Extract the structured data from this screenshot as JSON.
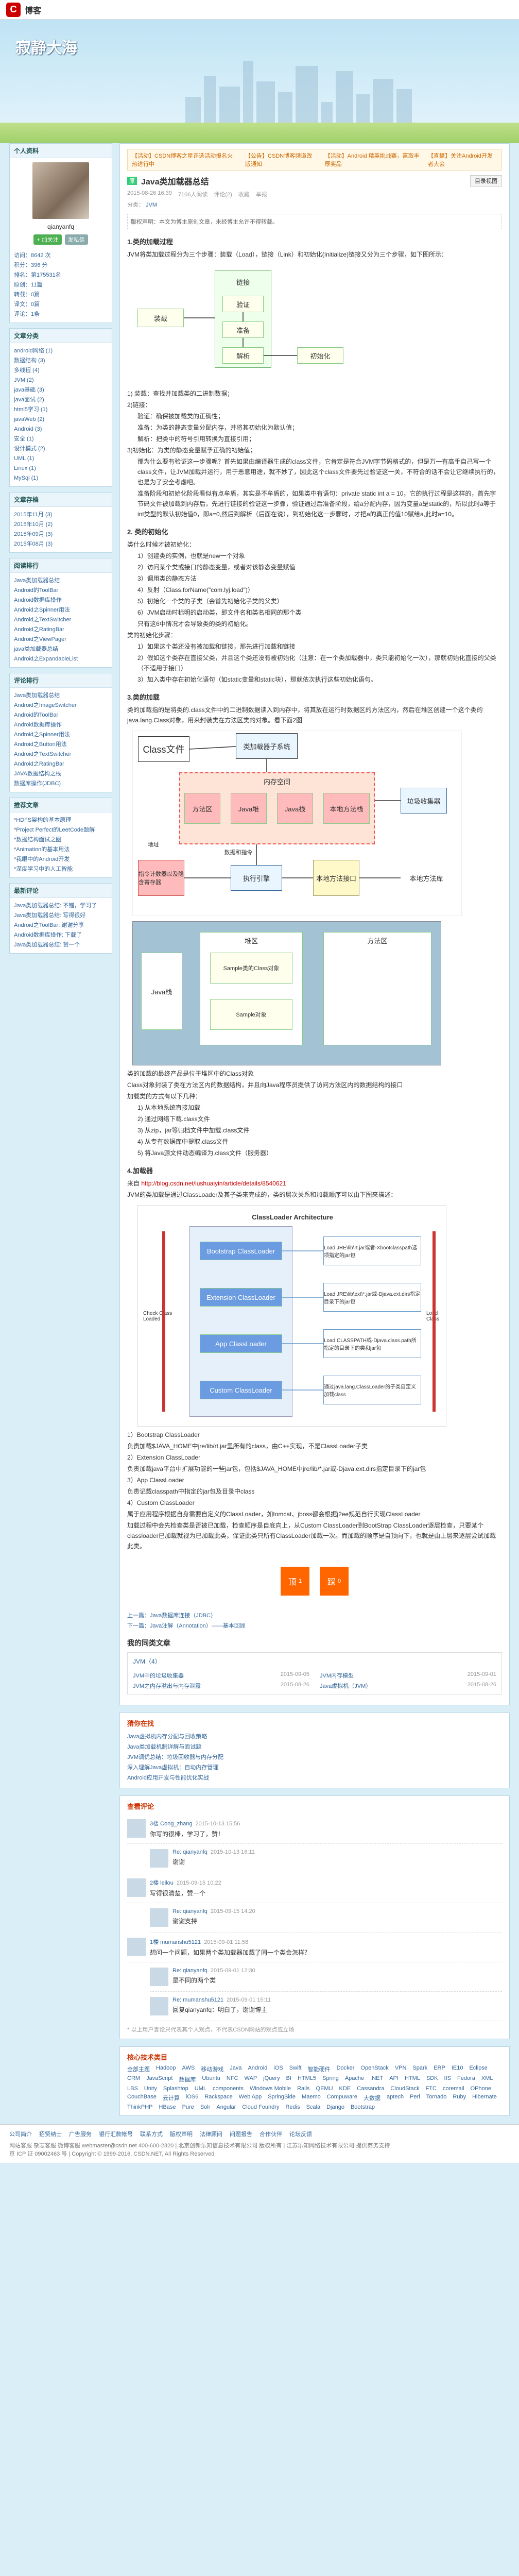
{
  "topbar": {
    "logo": "C",
    "site": "博客"
  },
  "blog": {
    "title": "寂静大海"
  },
  "notice": [
    "【活动】CSDN博客之星评选活动报名火热进行中",
    "【公告】CSDN博客频道改版通知",
    "【活动】Android 精英挑战赛，赢取丰厚奖品",
    "【直播】关注Android开发者大会"
  ],
  "profile": {
    "heading": "个人资料",
    "nick": "qianyanfq",
    "follow": "+ 加关注",
    "message": "发私信",
    "stats": [
      "访问：8642 次",
      "积分：396 分",
      "排名：第175531名"
    ],
    "stats2": [
      "原创：11篇",
      "转载：0篇",
      "译文：0篇",
      "评论：1条"
    ]
  },
  "categories": {
    "heading": "文章分类",
    "items": [
      "android网络 (1)",
      "数据结构 (3)",
      "多线程 (4)",
      "JVM (2)",
      "java基础 (3)",
      "java面试 (2)",
      "html5学习 (1)",
      "javaWeb (2)",
      "Android (3)",
      "安全 (1)",
      "设计模式 (2)",
      "UML (1)",
      "Linux (1)",
      "MySql (1)"
    ]
  },
  "archive": {
    "heading": "文章存档",
    "items": [
      "2015年11月 (3)",
      "2015年10月 (2)",
      "2015年09月 (3)",
      "2015年08月 (3)"
    ]
  },
  "reading": {
    "heading": "阅读排行",
    "items": [
      "Java类加载器总结",
      "Android的ToolBar",
      "Android数据库操作",
      "Android之Spinner用法",
      "Android之TextSwitcher",
      "Android之RatingBar",
      "Android之ViewPager",
      "java类加载器总结",
      "Android之ExpandableList"
    ]
  },
  "comments_rank": {
    "heading": "评论排行",
    "items": [
      "Java类加载器总结",
      "Android之ImageSwitcher",
      "Android的ToolBar",
      "Android数据库操作",
      "Android之Spinner用法",
      "Android之Button用法",
      "Android之TextSwitcher",
      "Android之RatingBar",
      "JAVA数据结构之栈",
      "数据库操作(JDBC)"
    ]
  },
  "recommend": {
    "heading": "推荐文章",
    "items": [
      "*HDFS架构的基本原理",
      "*Project Perfect的LeetCode题解",
      "*数据结构面试之图",
      "*Animation的基本用法",
      "*我眼中的Android开发",
      "*深度学习中的人工智能"
    ]
  },
  "latest_comments": {
    "heading": "最新评论",
    "items": [
      "Java类加载器总结: 不错，学习了",
      "Java类加载器总结: 写得很好",
      "Android之ToolBar: 谢谢分享",
      "Android数据库操作: 下载了",
      "Java类加载器总结: 赞一个"
    ]
  },
  "article": {
    "tag": "原",
    "title": "Java类加载器总结",
    "menu": "目录视图",
    "meta": [
      "2015-08-26 16:39",
      "7106人阅读",
      "评论(2)",
      "收藏",
      "举报"
    ],
    "category_label": "分类：",
    "category": "JVM",
    "summary": "版权声明：本文为博主原创文章，未经博主允许不得转载。",
    "s1": "1.类的加载过程",
    "p1": "JVM将类加载过程分为三个步骤：装载（Load），链接（Link）和初始化(Initialize)链接又分为三个步骤，如下图所示：",
    "d1": {
      "load": "装载",
      "link": "链接",
      "verify": "验证",
      "prepare": "准备",
      "resolve": "解析",
      "init": "初始化"
    },
    "p2": [
      "1) 装载：查找并加载类的二进制数据；",
      "2)链接：",
      "验证：确保被加载类的正确性；",
      "准备：为类的静态变量分配内存，并将其初始化为默认值；",
      "解析：把类中的符号引用转换为直接引用；",
      "3)初始化：为类的静态变量赋予正确的初始值；",
      "那为什么要有验证这一步骤呢？首先如果由编译器生成的class文件，它肯定是符合JVM字节码格式的，但是万一有高手自己写一个class文件，让JVM加载并运行，用于恶意用途，就不妙了，因此这个class文件要先过验证这一关，不符合的话不会让它继续执行的，也是为了安全考虑吧。",
      "准备阶段和初始化阶段看似有点牟盾，其实是不牟盾的，如果类中有语句：private static int a = 10，它的执行过程是这样的，首先字节码文件被加载到内存后，先进行链接的验证这一步骤，验证通过后准备阶段，给a分配内存，因为变量a是static的，所以此时a等于int类型的默认初始值0，即a=0,然后到解析（后面在说），到初始化这一步骤时，才把a的真正的值10赋给a,此时a=10。"
    ],
    "s2": "2. 类的初始化",
    "p3": [
      "类什么时候才被初始化：",
      "1）创建类的实例，也就是new一个对象",
      "2）访问某个类或接口的静态变量，或者对该静态变量赋值",
      "3）调用类的静态方法",
      "4）反射（Class.forName(\"com.lyj.load\")）",
      "5）初始化一个类的子类（会首先初始化子类的父类）",
      "6）JVM启动时标明的启动类，即文件名和类名相同的那个类",
      "只有这6中情况才会导致类的类的初始化。",
      "类的初始化步骤：",
      "1）如果这个类还没有被加载和链接，那先进行加载和链接",
      "2）假如这个类存在直接父类，并且这个类还没有被初始化（注意：在一个类加载器中，类只能初始化一次），那就初始化直接的父类（不适用于接口）",
      "3）加入类中存在初始化语句（如static变量和static块），那就依次执行这些初始化语句。"
    ],
    "s3": "3.类的加载",
    "p4": "类的加载指的是将类的.class文件中的二进制数据读入到内存中，将其放在运行时数据区的方法区内，然后在堆区创建一个这个类的java.lang.Class对象，用来封装类在方法区类的对象。看下面2图",
    "d2": {
      "cls": "Class文件",
      "loader": "类加载器子系统",
      "mem": "内存空间",
      "method": "方法区",
      "heap": "Java堆",
      "stack": "Java栈",
      "native_stack": "本地方法栈",
      "gc": "垃圾收集器",
      "pc": "指令计数器以及隐含寄存器",
      "engine": "执行引擎",
      "native_if": "本地方法接口",
      "native_lib": "本地方法库",
      "addr": "地址",
      "data": "数据和指令"
    },
    "d3": {
      "stackframe": "Java栈",
      "heapbox": "堆区",
      "methodbox": "方法区",
      "a": "Sample类的Class对象",
      "b": "Sample对象"
    },
    "p5": [
      "类的加载的最终产品是位于堆区中的Class对象",
      "Class对象封装了类在方法区内的数据结构，并且向Java程序员提供了访问方法区内的数据结构的接口",
      "加载类的方式有以下几种：",
      "1) 从本地系统直接加载",
      "2) 通过网络下载.class文件",
      "3) 从zip，jar等归档文件中加载.class文件",
      "4) 从专有数据库中提取.class文件",
      "5) 将Java源文件动态编译为.class文件（服务器）"
    ],
    "s4": "4.加载器",
    "link_label": "来自",
    "link": "http://blog.csdn.net/lushuaiyin/article/details/8540621",
    "p6": "JVM的类加载是通过ClassLoader及其子类来完成的，类的层次关系和加载顺序可以由下图来描述：",
    "d4": {
      "title": "ClassLoader Architecture",
      "bootstrap": "Bootstrap ClassLoader",
      "ext": "Extension ClassLoader",
      "app": "App ClassLoader",
      "custom": "Custom ClassLoader",
      "r1": "Load JRE\\lib\\rt.jar或者-Xbootclasspath选项指定的jar包",
      "r2": "Load JRE\\lib\\ext\\*.jar或-Djava.ext.dirs指定目录下的jar包",
      "r3": "Load CLASSPATH或-Djava.class.path所指定的目录下的类和jar包",
      "r4": "通过java.lang.ClassLoader的子类自定义加载class",
      "left": "Check Class Loaded",
      "right": "Load Class"
    },
    "p7": [
      "1）Bootstrap ClassLoader",
      "负责加载$JAVA_HOME中jre/lib/rt.jar里所有的class，由C++实现，不是ClassLoader子类",
      "2）Extension ClassLoader",
      "负责加载java平台中扩展功能的一些jar包，包括$JAVA_HOME中jre/lib/*.jar或-Djava.ext.dirs指定目录下的jar包",
      "3）App ClassLoader",
      "负责记载classpath中指定的jar包及目录中class",
      "4）Custom ClassLoader",
      "属于应用程序根据自身需要自定义的ClassLoader，如tomcat、jboss都会根据j2ee规范自行实现ClassLoader",
      "加载过程中会先检查类是否被已加载，检查顺序是自底向上，从Custom ClassLoader到BootStrap ClassLoader逐层检查，只要某个classloader已加载就视为已加载此类，保证此类只所有ClassLoader加载一次。而加载的顺序是自顶向下，也就是由上层来逐层尝试加载此类。"
    ],
    "vote_up": "顶",
    "vote_down": "踩",
    "vote_up_count": "1",
    "vote_down_count": "0",
    "prev": "上一篇：Java数据库连接（JDBC）",
    "next": "下一篇：Java注解（Annotation）——基本回顾"
  },
  "related": {
    "heading": "我的同类文章",
    "tab": "JVM（4）",
    "items": [
      {
        "t": "JVM中的垃圾收集器",
        "d": "2015-09-05"
      },
      {
        "t": "JVM内存模型",
        "d": "2015-09-01"
      },
      {
        "t": "JVM之内存溢出与内存泄露",
        "d": "2015-08-26"
      },
      {
        "t": "Java虚拟机（JVM）",
        "d": "2015-08-26"
      }
    ]
  },
  "hot": {
    "heading": "猜你在找",
    "items": [
      "Java虚拟机内存分配与回收策略",
      "Java类加载机制详解与面试题",
      "JVM调优总结：垃圾回收器与内存分配",
      "深入理解Java虚拟机：自动内存管理",
      "Android应用开发与性能优化实战"
    ]
  },
  "comments": {
    "heading": "查看评论",
    "items": [
      {
        "who": "3楼 Cong_zhang",
        "time": "2015-10-13 15:56",
        "txt": "你写的很棒，学习了，赞！"
      },
      {
        "who": "Re: qianyanfq",
        "time": "2015-10-13 16:11",
        "txt": "谢谢"
      },
      {
        "who": "2楼 leilou",
        "time": "2015-09-15 10:22",
        "txt": "写得很清楚，赞一个"
      },
      {
        "who": "Re: qianyanfq",
        "time": "2015-09-15 14:20",
        "txt": "谢谢支持"
      },
      {
        "who": "1楼 mumanshu5121",
        "time": "2015-09-01 11:58",
        "txt": "想问一个问题，如果两个类加载器加载了同一个类会怎样？"
      },
      {
        "who": "Re: qianyanfq",
        "time": "2015-09-01 12:30",
        "txt": "是不同的两个类"
      },
      {
        "who": "Re: mumanshu5121",
        "time": "2015-09-01 15:11",
        "txt": "回复qianyanfq：明白了，谢谢博主"
      }
    ],
    "note": "* 以上用户言论只代表其个人观点，不代表CSDN网站的观点或立场"
  },
  "hot_tags": {
    "heading": "核心技术类目",
    "items": [
      "全部主题",
      "Hadoop",
      "AWS",
      "移动游戏",
      "Java",
      "Android",
      "iOS",
      "Swift",
      "智能硬件",
      "Docker",
      "OpenStack",
      "VPN",
      "Spark",
      "ERP",
      "IE10",
      "Eclipse",
      "CRM",
      "JavaScript",
      "数据库",
      "Ubuntu",
      "NFC",
      "WAP",
      "jQuery",
      "BI",
      "HTML5",
      "Spring",
      "Apache",
      ".NET",
      "API",
      "HTML",
      "SDK",
      "IIS",
      "Fedora",
      "XML",
      "LBS",
      "Unity",
      "Splashtop",
      "UML",
      "components",
      "Windows Mobile",
      "Rails",
      "QEMU",
      "KDE",
      "Cassandra",
      "CloudStack",
      "FTC",
      "coremail",
      "OPhone",
      "CouchBase",
      "云计算",
      "iOS6",
      "Rackspace",
      "Web App",
      "SpringSide",
      "Maemo",
      "Compuware",
      "大数据",
      "aptech",
      "Perl",
      "Tornado",
      "Ruby",
      "Hibernate",
      "ThinkPHP",
      "HBase",
      "Pure",
      "Solr",
      "Angular",
      "Cloud Foundry",
      "Redis",
      "Scala",
      "Django",
      "Bootstrap"
    ]
  },
  "footer": {
    "links": [
      "公司简介",
      "招贤纳士",
      "广告服务",
      "银行汇款帐号",
      "联系方式",
      "版权声明",
      "法律顾问",
      "问题报告",
      "合作伙伴",
      "论坛反馈"
    ],
    "lines": [
      "网站客服  杂志客服  微博客服  webmaster@csdn.net  400-600-2320 | 北京创新乐知信息技术有限公司 版权所有 | 江苏乐知网络技术有限公司 提供商务支持",
      "京 ICP 证 09002463 号 | Copyright © 1999-2016, CSDN.NET, All Rights Reserved"
    ]
  }
}
